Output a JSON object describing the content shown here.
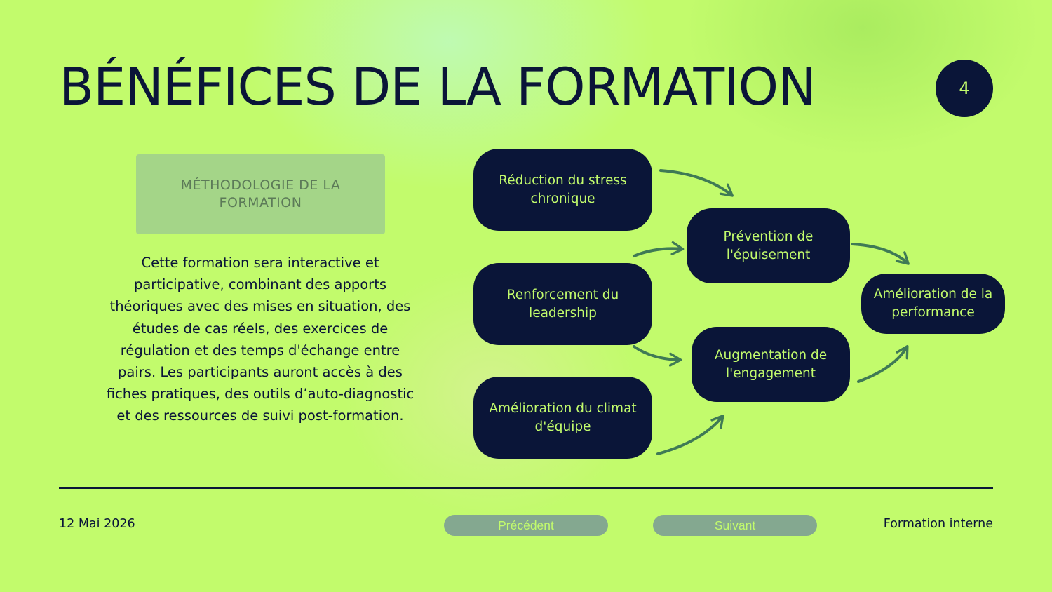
{
  "slide": {
    "title": "BÉNÉFICES DE LA FORMATION",
    "page_number": "4"
  },
  "methodology": {
    "heading": "MÉTHODOLOGIE DE LA FORMATION",
    "body": "Cette formation sera interactive et participative, combinant des apports théoriques avec des mises en situation, des études de cas réels, des exercices de régulation et des temps d'échange entre pairs. Les participants auront accès à des fiches pratiques, des outils d’auto-diagnostic et des ressources de suivi post-formation."
  },
  "diagram": {
    "nodes": {
      "stress": "Réduction du stress chronique",
      "leadership": "Renforcement du leadership",
      "climat": "Amélioration du climat d'équipe",
      "prevention": "Prévention de l'épuisement",
      "engagement": "Augmentation de l'engagement",
      "performance": "Amélioration de la performance"
    }
  },
  "footer": {
    "date": "12 Mai 2026",
    "prev_label": "Précédent",
    "next_label": "Suivant",
    "brand": "Formation interne"
  },
  "colors": {
    "background": "#c2fb6c",
    "navy": "#0a1538",
    "arrow": "#3f7a55",
    "method_box": "#a4d588",
    "nav_button": "#84a890"
  }
}
